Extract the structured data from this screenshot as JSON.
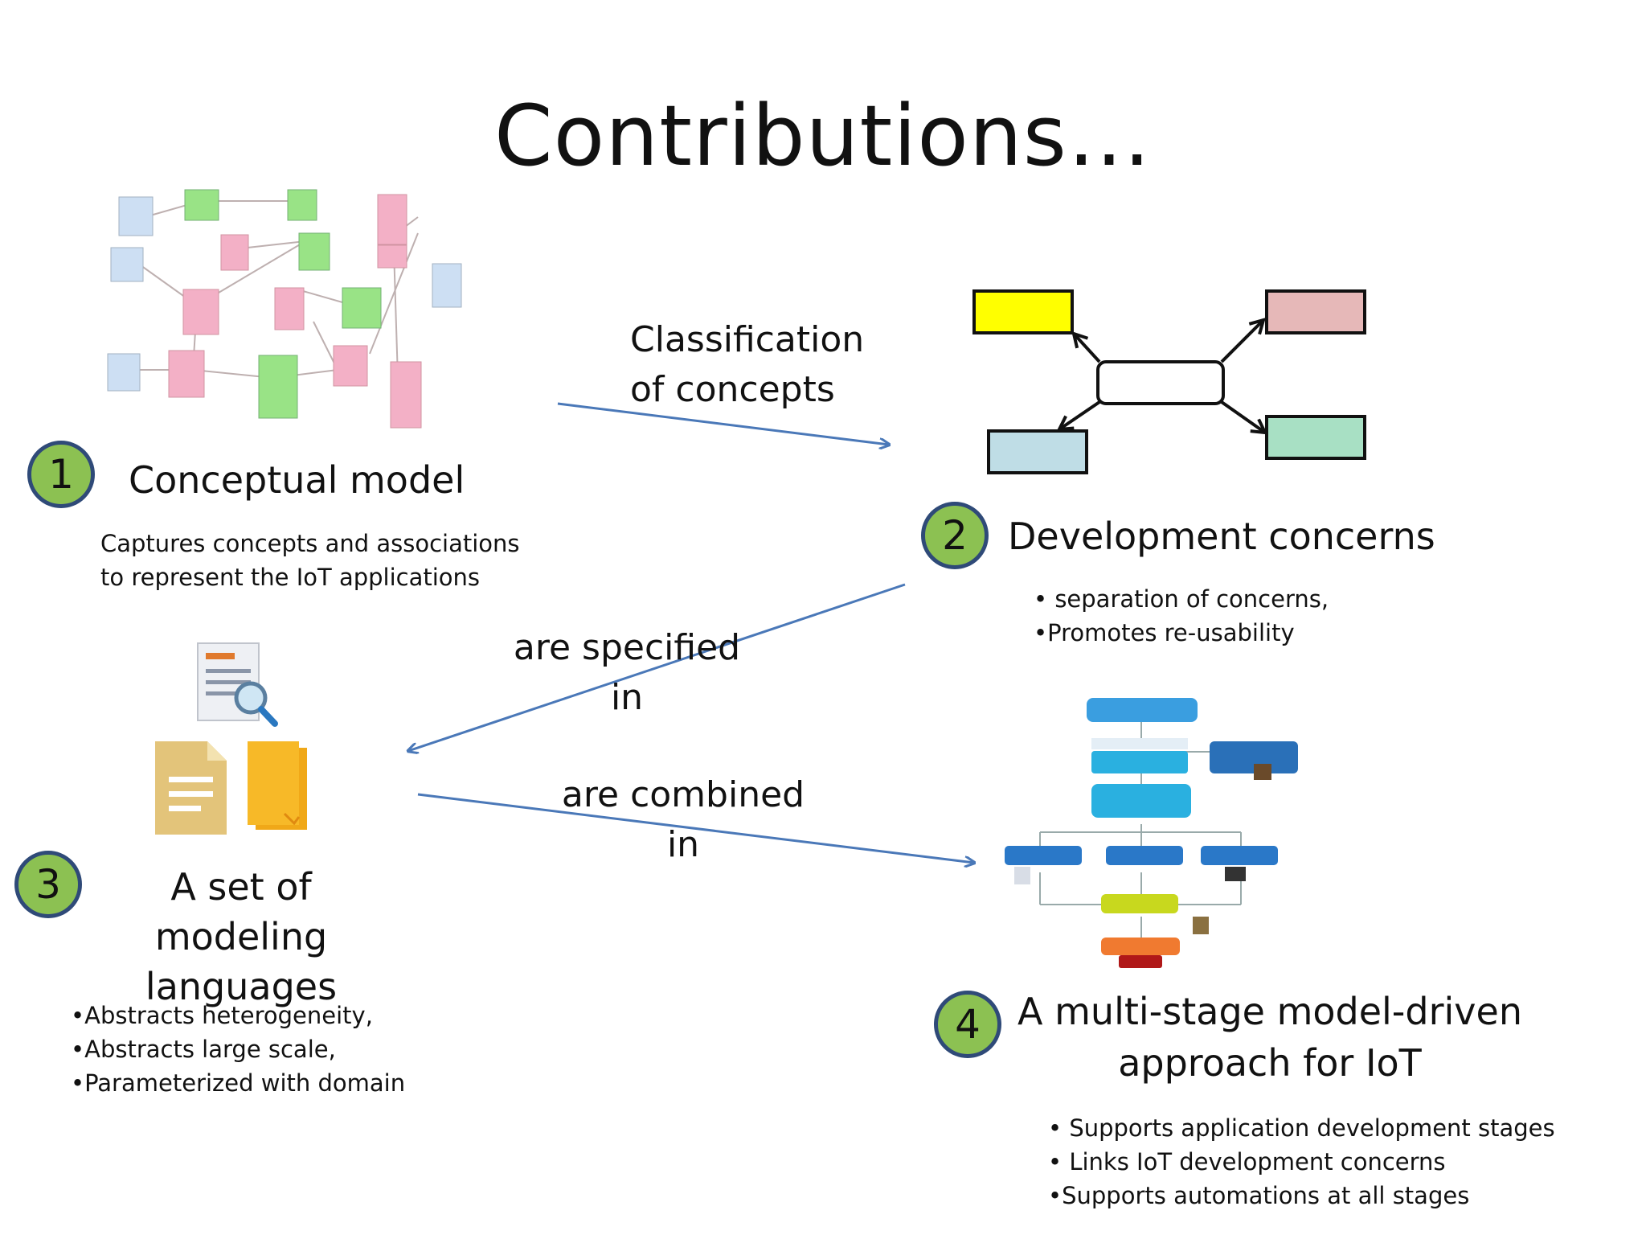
{
  "title": "Contributions…",
  "items": [
    {
      "number": "1",
      "heading": "Conceptual model",
      "desc": [
        "Captures  concepts and associations",
        "to represent  the IoT applications"
      ]
    },
    {
      "number": "2",
      "heading": "Development concerns",
      "desc": [
        "• separation of concerns,",
        "•Promotes re-usability"
      ]
    },
    {
      "number": "3",
      "heading": [
        "A set of modeling",
        "languages"
      ],
      "desc": [
        "•Abstracts  heterogeneity,",
        "•Abstracts large scale,",
        "•Parameterized with domain"
      ]
    },
    {
      "number": "4",
      "heading": [
        "A multi-stage model-driven",
        "approach  for IoT"
      ],
      "desc": [
        "• Supports application development stages",
        "•  Links IoT development concerns",
        "•Supports automations at all stages"
      ]
    }
  ],
  "edges": [
    {
      "label": [
        "Classification",
        "of concepts"
      ]
    },
    {
      "label": [
        "are  specified",
        "in"
      ]
    },
    {
      "label": [
        "are combined",
        "in"
      ]
    }
  ],
  "colors": {
    "arrow": "#4a78b8",
    "circle_fill": "#8cc152",
    "circle_border": "#2f4a78",
    "box_yellow": "#ffff00",
    "box_pink": "#e6b8b8",
    "box_blue": "#bfdde6",
    "box_green": "#a8e0c4"
  }
}
